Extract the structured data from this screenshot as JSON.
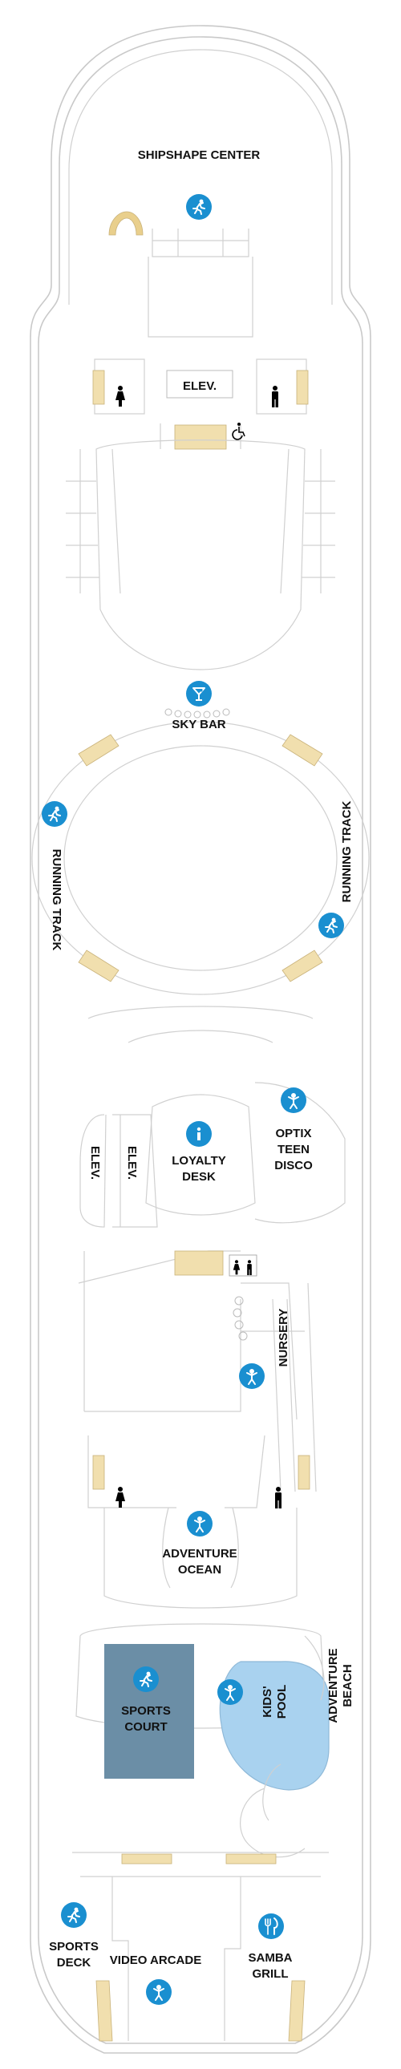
{
  "map": {
    "labels": {
      "shipshape": "SHIPSHAPE CENTER",
      "elev_top": "ELEV.",
      "sky_bar": "SKY BAR",
      "running_track_left": "RUNNING TRACK",
      "running_track_right": "RUNNING TRACK",
      "elev_a": "ELEV.",
      "elev_b": "ELEV.",
      "loyalty_1": "LOYALTY",
      "loyalty_2": "DESK",
      "optix_1": "OPTIX",
      "optix_2": "TEEN",
      "optix_3": "DISCO",
      "nursery": "NURSERY",
      "adventure_ocean_1": "ADVENTURE",
      "adventure_ocean_2": "OCEAN",
      "sports_court_1": "SPORTS",
      "sports_court_2": "COURT",
      "kids_pool_1": "KIDS'",
      "kids_pool_2": "POOL",
      "adventure_beach_1": "ADVENTURE",
      "adventure_beach_2": "BEACH",
      "sports_deck_1": "SPORTS",
      "sports_deck_2": "DECK",
      "video_arcade": "VIDEO ARCADE",
      "samba_1": "SAMBA",
      "samba_2": "GRILL"
    },
    "colors": {
      "icon_blue": "#1a8fd0",
      "sports_court": "#6b8ea6",
      "kids_pool": "#a9d2ef",
      "stairs": "#f1dfae"
    },
    "icons": {
      "fitness": "runner-icon",
      "bar": "cocktail-icon",
      "info": "info-icon",
      "kids": "child-icon",
      "dining": "fork-knife-icon",
      "restroom_women": "women-restroom-icon",
      "restroom_men": "men-restroom-icon",
      "accessible": "wheelchair-icon"
    }
  }
}
